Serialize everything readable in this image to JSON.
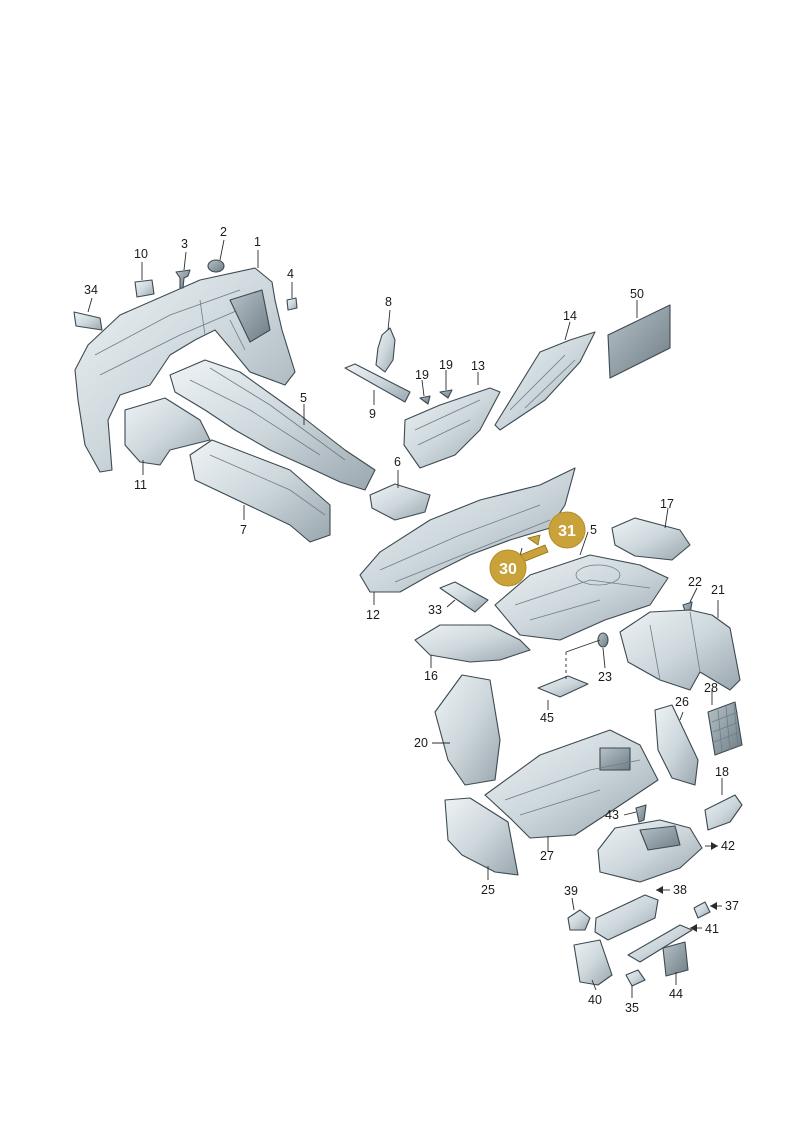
{
  "callouts": {
    "c1": "1",
    "c2": "2",
    "c3": "3",
    "c4": "4",
    "c5a": "5",
    "c5b": "5",
    "c6": "6",
    "c7": "7",
    "c8": "8",
    "c9": "9",
    "c10": "10",
    "c11": "11",
    "c12": "12",
    "c13": "13",
    "c14": "14",
    "c16": "16",
    "c17": "17",
    "c18": "18",
    "c19a": "19",
    "c19b": "19",
    "c20": "20",
    "c21": "21",
    "c22": "22",
    "c23": "23",
    "c25": "25",
    "c26": "26",
    "c27": "27",
    "c28": "28",
    "c33": "33",
    "c34": "34",
    "c35": "35",
    "c37": "37",
    "c38": "38",
    "c39": "39",
    "c40": "40",
    "c41": "41",
    "c42": "42",
    "c43": "43",
    "c44": "44",
    "c45": "45",
    "c50": "50"
  },
  "highlights": {
    "h30": "30",
    "h31": "31"
  },
  "colors": {
    "highlight": "#c9a23a",
    "part_light": "#dde6ea",
    "part_dark": "#8a979e",
    "outline": "#3d4a52"
  }
}
